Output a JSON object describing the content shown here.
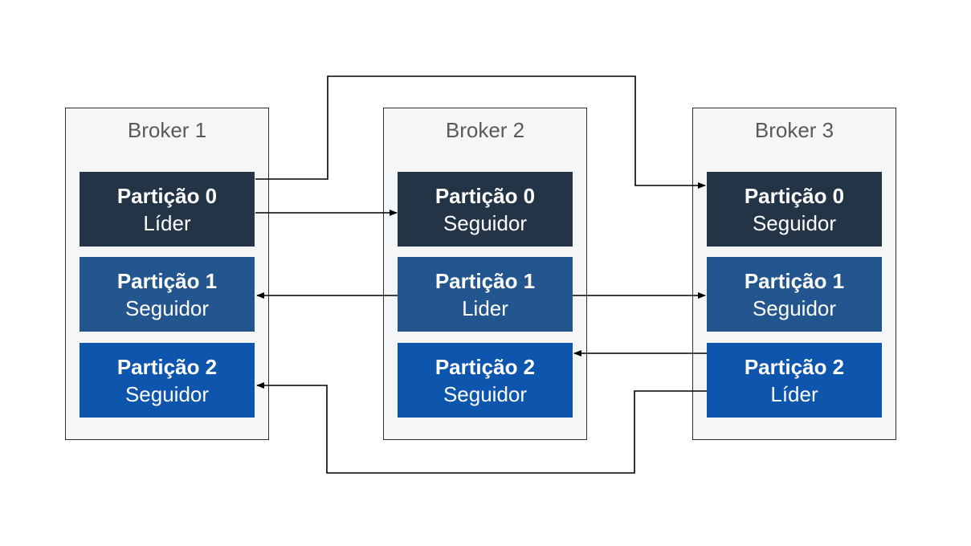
{
  "brokers": [
    {
      "title": "Broker 1",
      "partitions": [
        {
          "name": "Partição 0",
          "role": "Líder"
        },
        {
          "name": "Partição 1",
          "role": "Seguidor"
        },
        {
          "name": "Partição 2",
          "role": "Seguidor"
        }
      ]
    },
    {
      "title": "Broker 2",
      "partitions": [
        {
          "name": "Partição 0",
          "role": "Seguidor"
        },
        {
          "name": "Partição 1",
          "role": "Lider"
        },
        {
          "name": "Partição 2",
          "role": "Seguidor"
        }
      ]
    },
    {
      "title": "Broker 3",
      "partitions": [
        {
          "name": "Partição 0",
          "role": "Seguidor"
        },
        {
          "name": "Partição 1",
          "role": "Seguidor"
        },
        {
          "name": "Partição 2",
          "role": "Líder"
        }
      ]
    }
  ],
  "colors": {
    "partition_0": "#243447",
    "partition_1": "#23568f",
    "partition_2": "#0d55ad",
    "broker_background": "#f4f6f8",
    "title_text": "#5a5a5a"
  }
}
